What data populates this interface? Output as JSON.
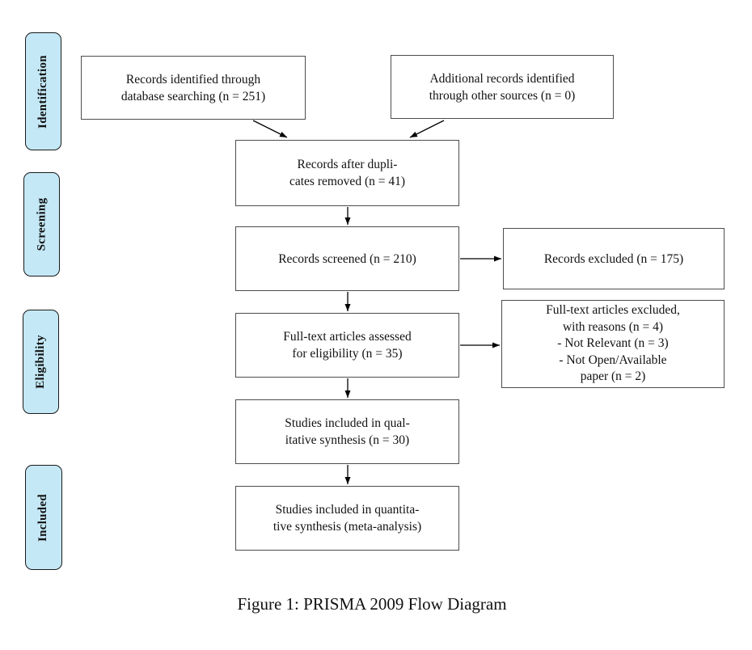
{
  "figure": {
    "caption": "Figure 1: PRISMA 2009 Flow Diagram"
  },
  "colors": {
    "stage_fill": "#c4e8f6",
    "stage_border": "#1a1a1a",
    "box_fill": "#ffffff",
    "box_border": "#4d4d4d",
    "arrow": "#000000"
  },
  "stages": [
    {
      "label": "Identification"
    },
    {
      "label": "Screening"
    },
    {
      "label": "Eligibility"
    },
    {
      "label": "Included"
    }
  ],
  "nodes": {
    "identified": {
      "lines": [
        "Records identified through",
        "database searching (n = 251)"
      ]
    },
    "additional": {
      "lines": [
        "Additional records identified",
        "through other sources (n = 0)"
      ]
    },
    "deduped": {
      "lines": [
        "Records after dupli-",
        "cates removed (n = 41)"
      ]
    },
    "screened": {
      "lines": [
        "Records screened (n = 210)"
      ]
    },
    "excluded": {
      "lines": [
        "Records excluded (n = 175)"
      ]
    },
    "fulltext": {
      "lines": [
        "Full-text articles assessed",
        "for eligibility (n = 35)"
      ]
    },
    "ftexcluded": {
      "lines": [
        "Full-text articles excluded,",
        "with reasons (n = 4)",
        "- Not Relevant (n = 3)",
        "- Not Open/Available",
        "paper (n = 2)"
      ]
    },
    "qualitative": {
      "lines": [
        "Studies included in qual-",
        "itative synthesis (n = 30)"
      ]
    },
    "quantitative": {
      "lines": [
        "Studies included in quantita-",
        "tive synthesis (meta-analysis)"
      ]
    }
  }
}
